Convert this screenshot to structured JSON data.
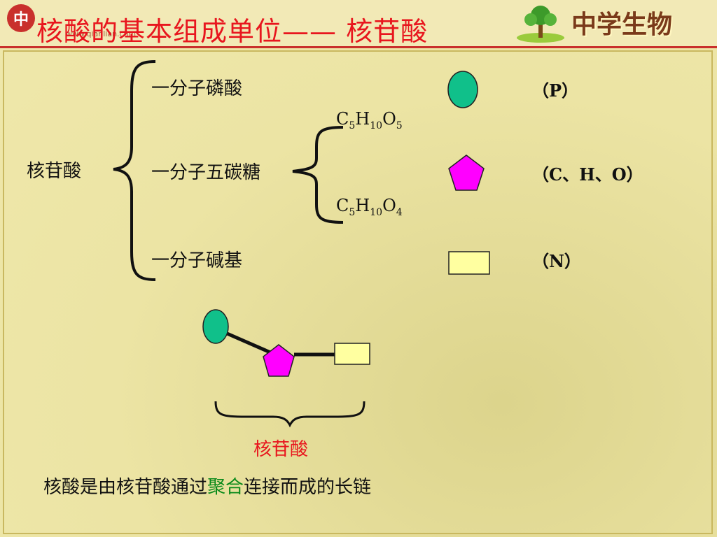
{
  "header": {
    "logo_glyph": "中",
    "logo_url": "www.qianlian.com",
    "title": "核酸的基本组成单位—— 核苷酸",
    "brand": "中学生物"
  },
  "diagram": {
    "root_label": "核苷酸",
    "components": [
      {
        "label": "一分子磷酸",
        "shape": "ellipse",
        "shape_color": "#10c08a",
        "elements": "（P）"
      },
      {
        "label": "一分子五碳糖",
        "shape": "pentagon",
        "shape_color": "#ff00ff",
        "elements": "（C、H、O）"
      },
      {
        "label": "一分子碱基",
        "shape": "rectangle",
        "shape_color": "#ffffa0",
        "elements": "（N）"
      }
    ],
    "sugars": [
      {
        "c": "C",
        "c_sub": "5",
        "h": "H",
        "h_sub": "10",
        "o": "O",
        "o_sub": "5"
      },
      {
        "c": "C",
        "c_sub": "5",
        "h": "H",
        "h_sub": "10",
        "o": "O",
        "o_sub": "4"
      }
    ]
  },
  "nucleotide_model": {
    "label": "核苷酸"
  },
  "conclusion": {
    "before": "核酸是由核苷酸通过",
    "highlight": "聚合",
    "after": "连接而成的长链"
  },
  "colors": {
    "title": "#e8161e",
    "highlight": "#0a8a1a",
    "phosphate": "#10c08a",
    "sugar": "#ff00ff",
    "base": "#ffffa0"
  }
}
